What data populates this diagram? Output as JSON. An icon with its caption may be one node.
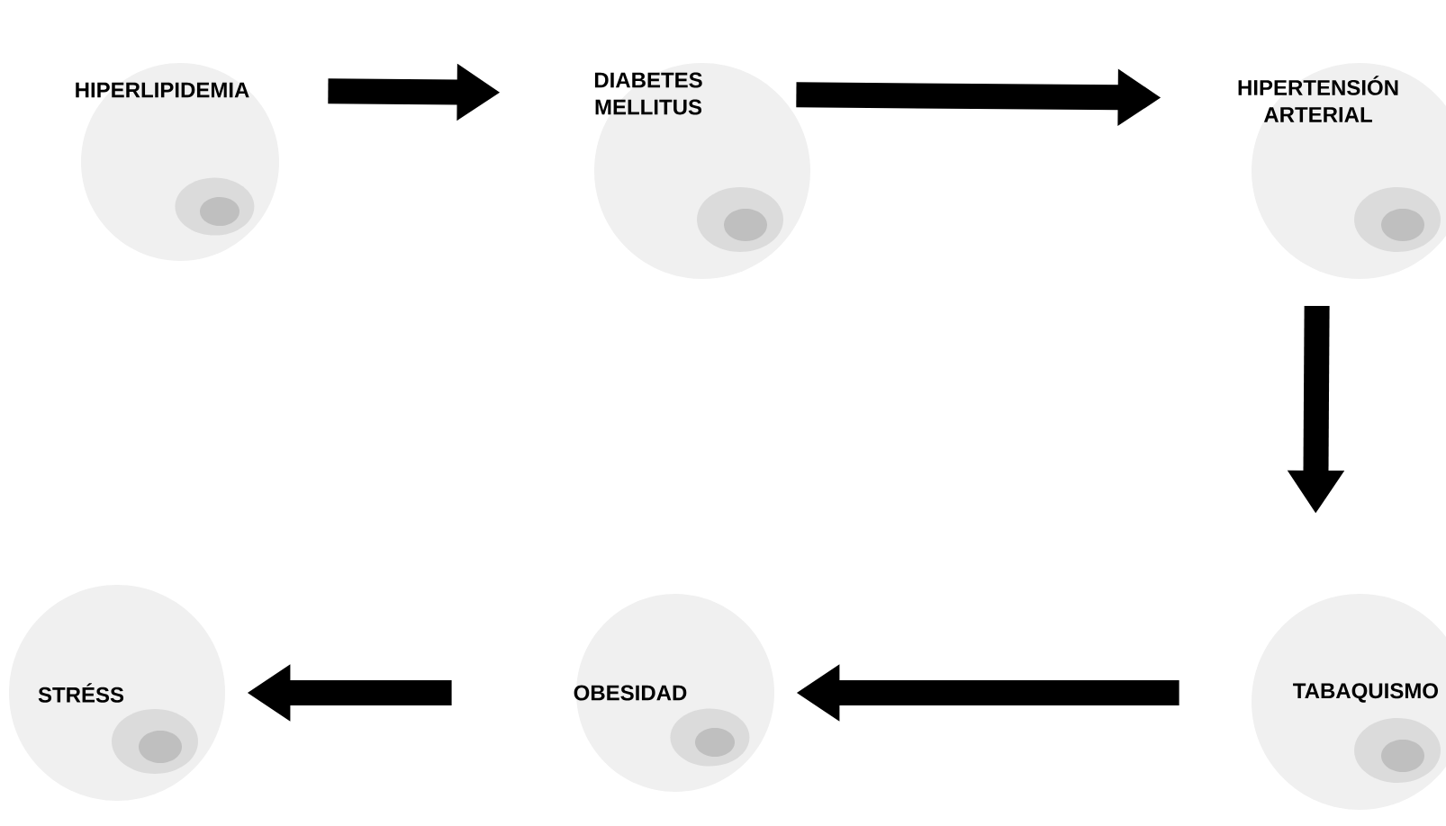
{
  "diagram": {
    "nodes": [
      {
        "text": [
          "HIPERLIPIDEMIA"
        ]
      },
      {
        "text": [
          "DIABETES MELLITUS"
        ]
      },
      {
        "text": [
          "HIPERTENSIÓN ARTERIAL"
        ]
      },
      {
        "text": [
          "TABAQUISMO"
        ]
      },
      {
        "text": [
          "OBESIDAD"
        ]
      },
      {
        "text": [
          "STRÉSS"
        ]
      }
    ],
    "edges": [
      {
        "from": 0,
        "to": 1,
        "arrow": "to"
      },
      {
        "from": 1,
        "to": 2,
        "arrow": "to"
      },
      {
        "from": 2,
        "to": 3,
        "arrow": "to"
      },
      {
        "from": 3,
        "to": 4,
        "arrow": "to"
      },
      {
        "from": 4,
        "to": 5,
        "arrow": "to"
      }
    ]
  }
}
